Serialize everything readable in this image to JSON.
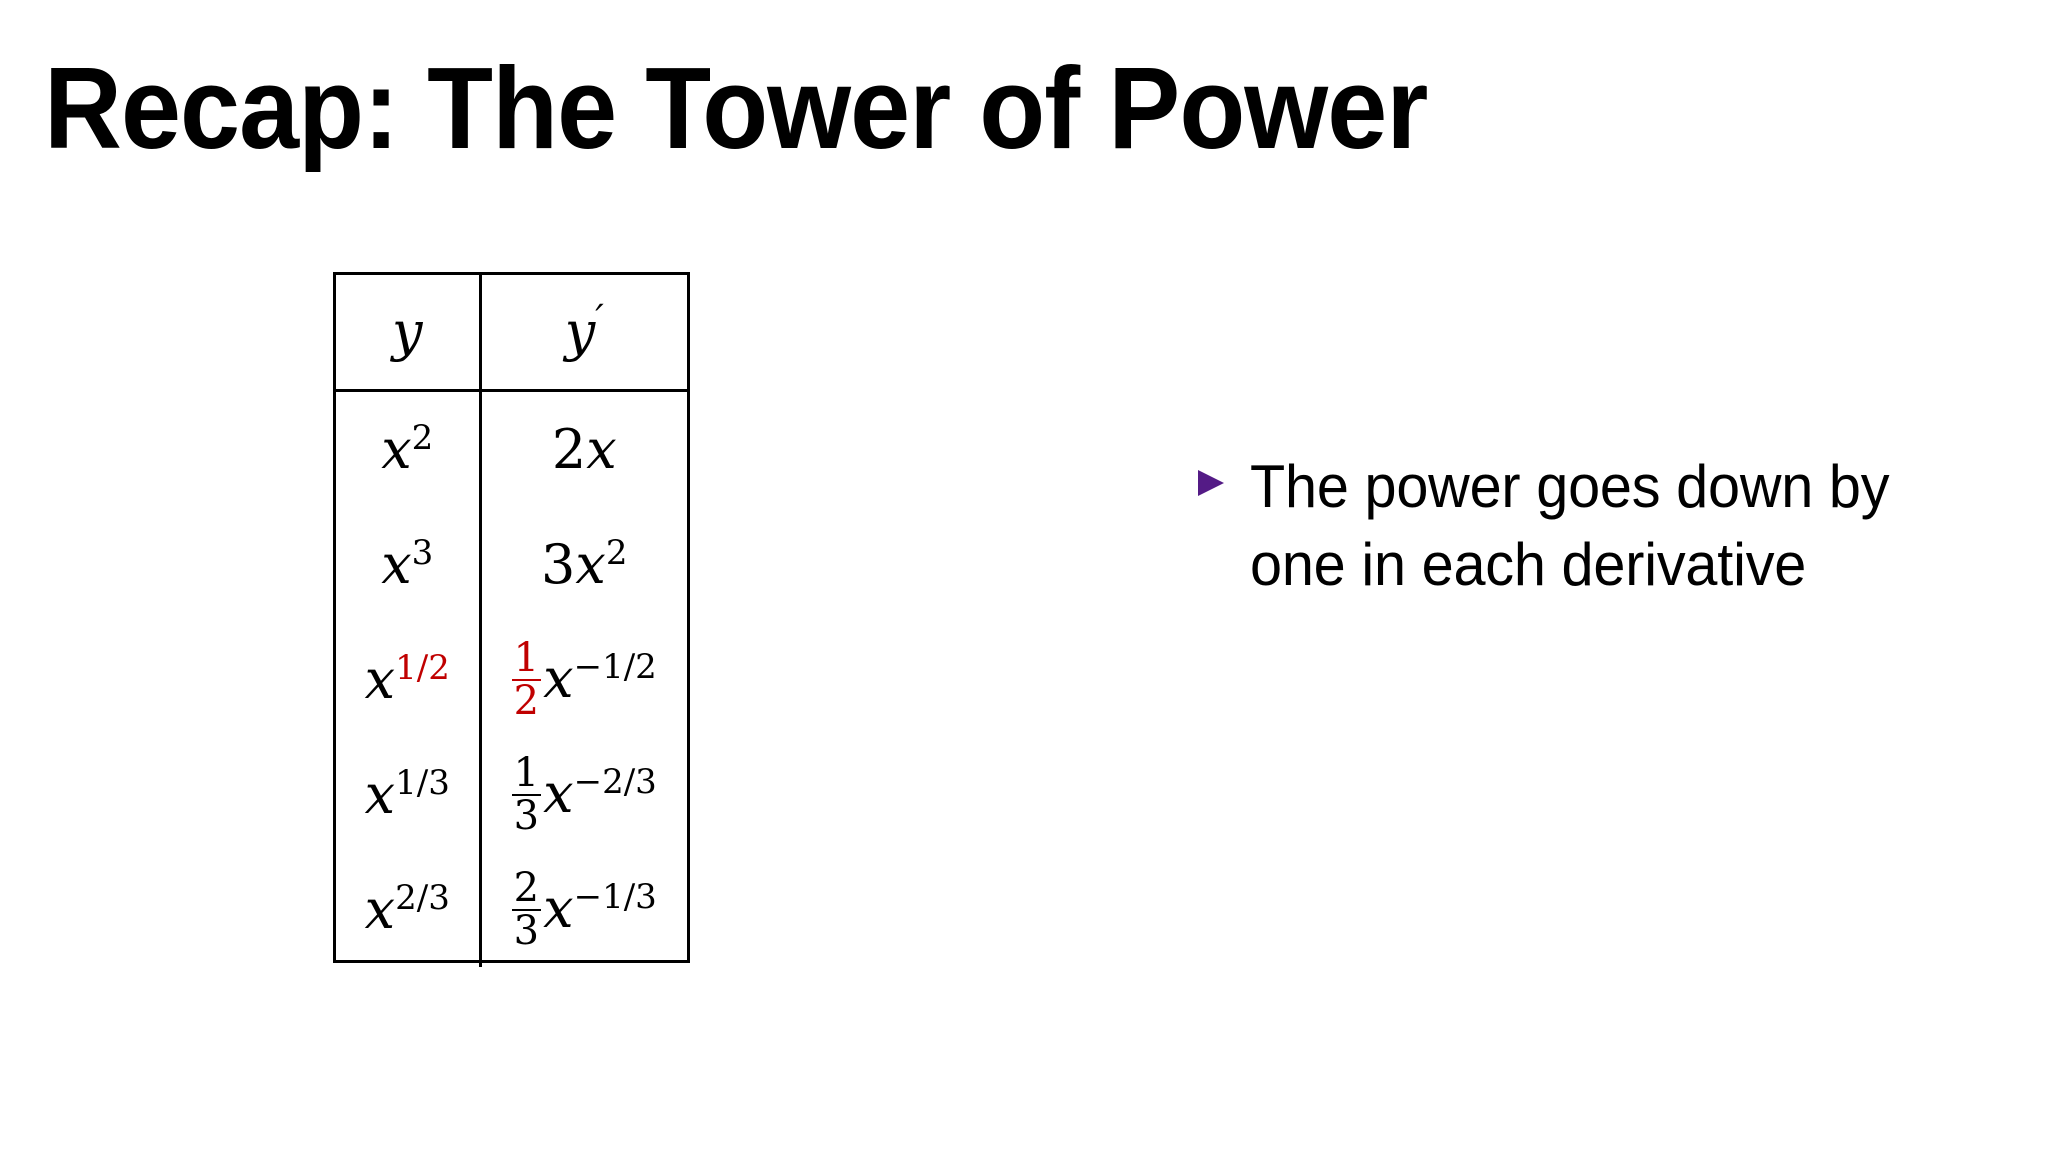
{
  "slide": {
    "title": "Recap: The Tower of Power",
    "background_color": "#FFFFFF",
    "text_color": "#000000",
    "highlight_color": "#C00000",
    "bullet_color": "#541B86"
  },
  "table": {
    "name": "derivative-table",
    "headers": [
      "y",
      "y′"
    ],
    "rows": [
      {
        "y": {
          "base": "x",
          "exponent": "2",
          "exponent_color": "#000000"
        },
        "y_prime": {
          "coefficient": "2",
          "base": "x",
          "exponent": "",
          "coefficient_color": "#000000",
          "exponent_color": "#000000"
        }
      },
      {
        "y": {
          "base": "x",
          "exponent": "3",
          "exponent_color": "#000000"
        },
        "y_prime": {
          "coefficient": "3",
          "base": "x",
          "exponent": "2",
          "coefficient_color": "#000000",
          "exponent_color": "#000000"
        }
      },
      {
        "y": {
          "base": "x",
          "exponent": "1/2",
          "exponent_color": "#C00000"
        },
        "y_prime": {
          "coefficient_num": "1",
          "coefficient_den": "2",
          "base": "x",
          "exponent": "−1/2",
          "coefficient_color": "#C00000",
          "exponent_color": "#000000"
        }
      },
      {
        "y": {
          "base": "x",
          "exponent": "1/3",
          "exponent_color": "#000000"
        },
        "y_prime": {
          "coefficient_num": "1",
          "coefficient_den": "3",
          "base": "x",
          "exponent": "−2/3",
          "coefficient_color": "#000000",
          "exponent_color": "#000000"
        }
      },
      {
        "y": {
          "base": "x",
          "exponent": "2/3",
          "exponent_color": "#000000"
        },
        "y_prime": {
          "coefficient_num": "2",
          "coefficient_den": "3",
          "base": "x",
          "exponent": "−1/3",
          "coefficient_color": "#000000",
          "exponent_color": "#000000"
        }
      }
    ]
  },
  "bullets": [
    {
      "marker": "triangle-right-bullet",
      "text": "The power goes down by one in each derivative"
    }
  ]
}
